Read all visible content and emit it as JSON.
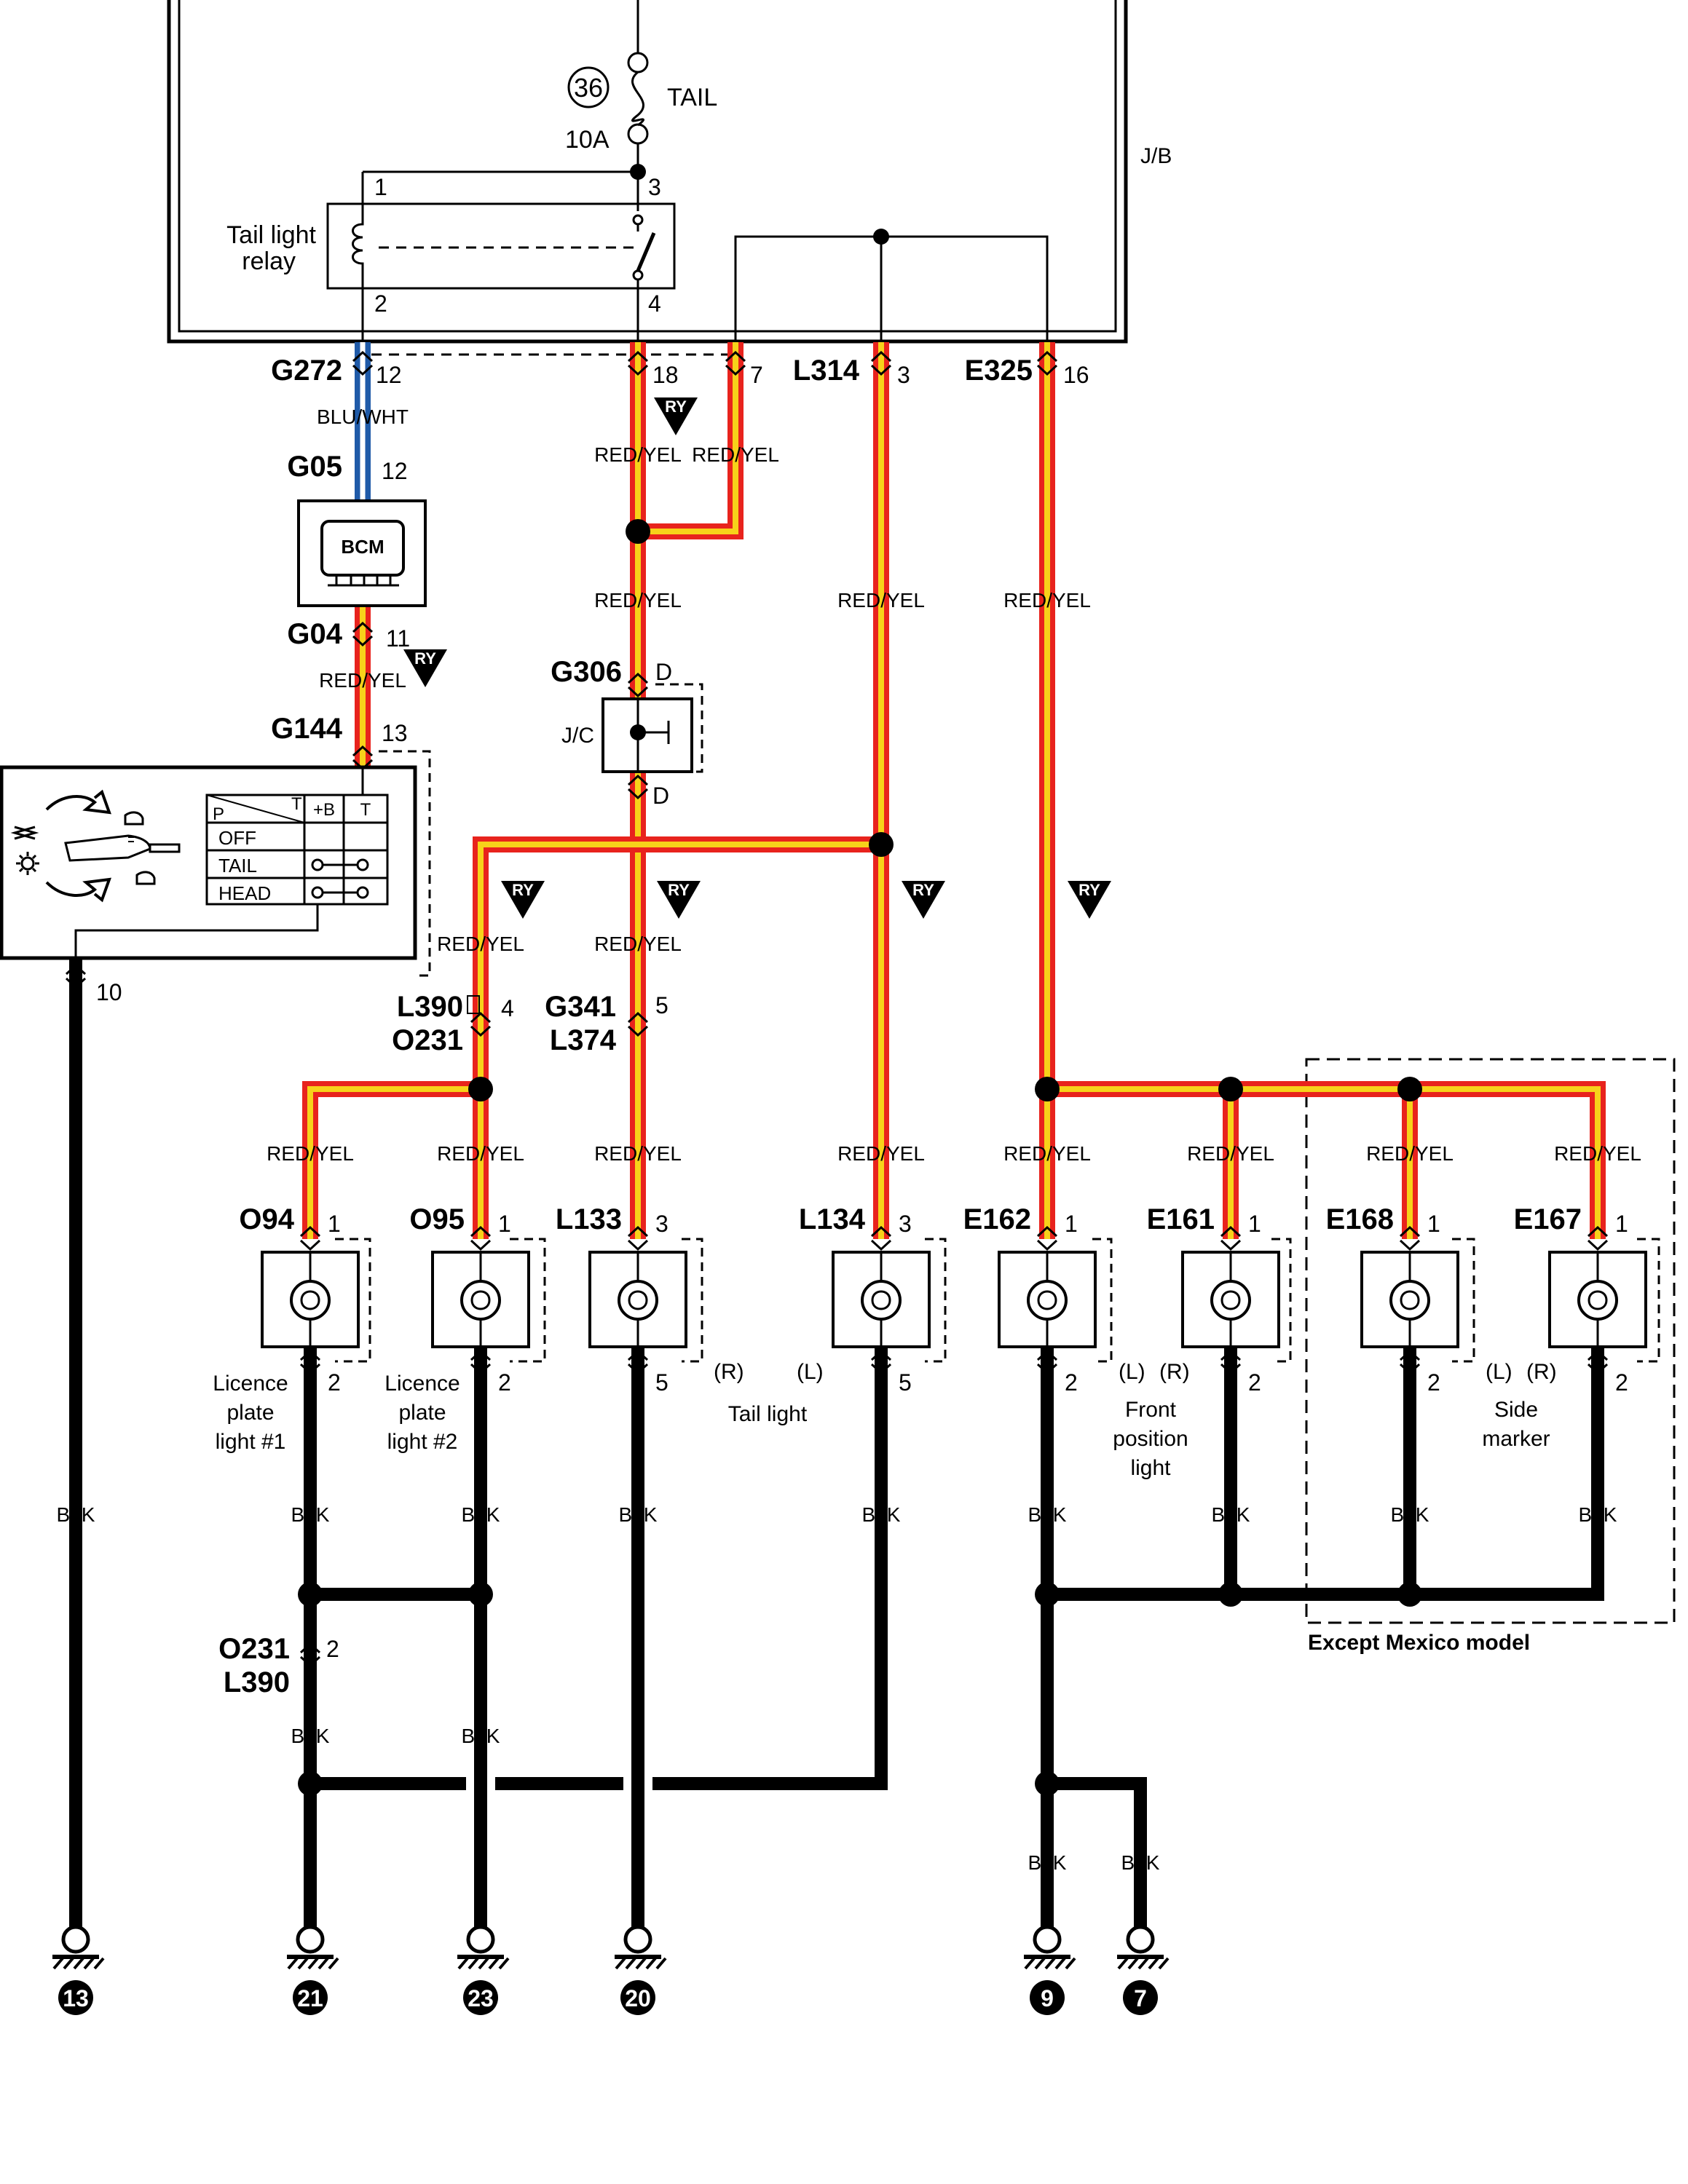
{
  "jb": {
    "label": "J/B",
    "fuse_number": "36",
    "fuse_name": "TAIL",
    "fuse_rating": "10A",
    "relay_name_line1": "Tail light",
    "relay_name_line2": "relay",
    "relay_pins": [
      "1",
      "3",
      "2",
      "4"
    ]
  },
  "connectors": {
    "G272": {
      "name": "G272",
      "pin": "12"
    },
    "pin18": "18",
    "pin7": "7",
    "L314": {
      "name": "L314",
      "pin": "3"
    },
    "E325": {
      "name": "E325",
      "pin": "16"
    },
    "G05": {
      "name": "G05",
      "pin": "12"
    },
    "G04": {
      "name": "G04",
      "pin": "11"
    },
    "G144": {
      "name": "G144",
      "pin": "13"
    },
    "G306": {
      "name": "G306",
      "pin_top": "D",
      "pin_bottom": "D"
    },
    "L390_a": {
      "name": "L390",
      "pin": "4"
    },
    "O231_a": {
      "name": "O231"
    },
    "G341": {
      "name": "G341",
      "pin": "5"
    },
    "L374": {
      "name": "L374"
    },
    "O231_b": {
      "name": "O231",
      "pin": "2"
    },
    "L390_b": {
      "name": "L390"
    },
    "switch_pin": "10"
  },
  "bcm": {
    "label": "BCM"
  },
  "jc": {
    "label": "J/C"
  },
  "switch": {
    "header_p": "P",
    "header_t": "T",
    "header_b": "+B",
    "header_t2": "T",
    "rows": [
      "OFF",
      "TAIL",
      "HEAD"
    ]
  },
  "wires": {
    "blu_wht": "BLU/WHT",
    "red_yel": "RED/YEL",
    "blk": "BLK",
    "ry_badge": "RY"
  },
  "lamps": [
    {
      "conn": "O94",
      "pin_in": "1",
      "pin_out": "2"
    },
    {
      "conn": "O95",
      "pin_in": "1",
      "pin_out": "2"
    },
    {
      "conn": "L133",
      "pin_in": "3",
      "pin_out": "5"
    },
    {
      "conn": "L134",
      "pin_in": "3",
      "pin_out": "5"
    },
    {
      "conn": "E162",
      "pin_in": "1",
      "pin_out": "2"
    },
    {
      "conn": "E161",
      "pin_in": "1",
      "pin_out": "2"
    },
    {
      "conn": "E168",
      "pin_in": "1",
      "pin_out": "2"
    },
    {
      "conn": "E167",
      "pin_in": "1",
      "pin_out": "2"
    }
  ],
  "captions": {
    "lic1": [
      "Licence",
      "plate",
      "light #1"
    ],
    "lic2": [
      "Licence",
      "plate",
      "light #2"
    ],
    "tail": "Tail light",
    "front": [
      "Front",
      "position",
      "light"
    ],
    "side": [
      "Side",
      "marker"
    ],
    "r": "(R)",
    "l": "(L)",
    "except_mexico": "Except Mexico model"
  },
  "grounds": [
    "13",
    "21",
    "23",
    "20",
    "9",
    "7"
  ]
}
